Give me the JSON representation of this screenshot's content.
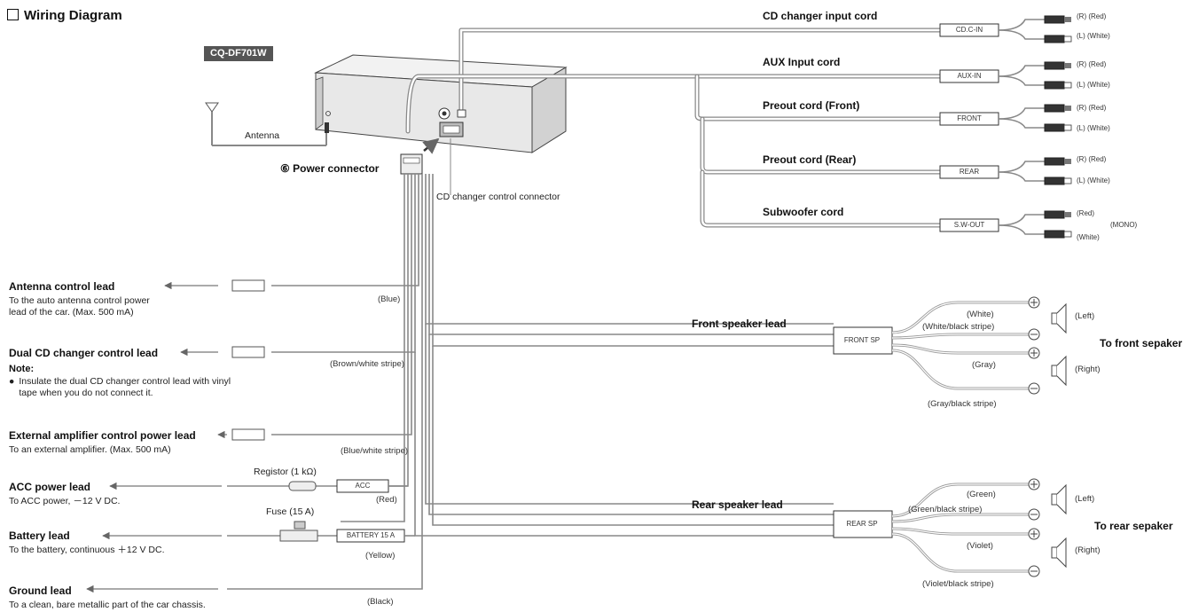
{
  "title": "Wiring Diagram",
  "model": "CQ-DF701W",
  "antenna": "Antenna",
  "power_connector": "Power connector",
  "power_connector_num": "⑥",
  "cd_changer_control_connector": "CD changer control connector",
  "right_cords": [
    {
      "label": "CD changer input cord",
      "box": "CD.C-IN",
      "r": "(R) (Red)",
      "l": "(L) (White)"
    },
    {
      "label": "AUX Input cord",
      "box": "AUX-IN",
      "r": "(R) (Red)",
      "l": "(L) (White)"
    },
    {
      "label": "Preout cord (Front)",
      "box": "FRONT",
      "r": "(R) (Red)",
      "l": "(L) (White)"
    },
    {
      "label": "Preout cord (Rear)",
      "box": "REAR",
      "r": "(R) (Red)",
      "l": "(L) (White)"
    },
    {
      "label": "Subwoofer cord",
      "box": "S.W-OUT",
      "r": "(Red)",
      "l": "(White)",
      "extra": "(MONO)"
    }
  ],
  "leads": {
    "antenna": {
      "title": "Antenna control lead",
      "desc": "To the auto antenna control power lead of the car. (Max. 500 mA)",
      "color": "(Blue)"
    },
    "dualcd": {
      "title": "Dual CD changer control lead",
      "note_title": "Note:",
      "note": "Insulate the dual CD changer control lead with vinyl tape when you do not connect it.",
      "color": "(Brown/white stripe)"
    },
    "extamp": {
      "title": "External amplifier control power lead",
      "desc": "To an external amplifier. (Max. 500 mA)",
      "color": "(Blue/white stripe)"
    },
    "acc": {
      "title": "ACC power lead",
      "desc": "To ACC power, －12 V DC.",
      "color": "(Red)",
      "box": "ACC",
      "part": "Registor (1 kΩ)"
    },
    "battery": {
      "title": "Battery lead",
      "desc": "To the battery, continuous ＋12 V DC.",
      "color": "(Yellow)",
      "box": "BATTERY 15 A",
      "part": "Fuse (15 A)"
    },
    "ground": {
      "title": "Ground lead",
      "desc": "To a clean, bare metallic part of the car chassis.",
      "color": "(Black)"
    }
  },
  "front_speaker": {
    "label": "Front speaker lead",
    "box": "FRONT SP",
    "wires": [
      "(White)",
      "(White/black stripe)",
      "(Gray)",
      "(Gray/black stripe)"
    ],
    "left": "(Left)",
    "right": "(Right)",
    "to": "To front sepaker"
  },
  "rear_speaker": {
    "label": "Rear speaker lead",
    "box": "REAR SP",
    "wires": [
      "(Green)",
      "(Green/black stripe)",
      "(Violet)",
      "(Violet/black stripe)"
    ],
    "left": "(Left)",
    "right": "(Right)",
    "to": "To rear sepaker"
  }
}
